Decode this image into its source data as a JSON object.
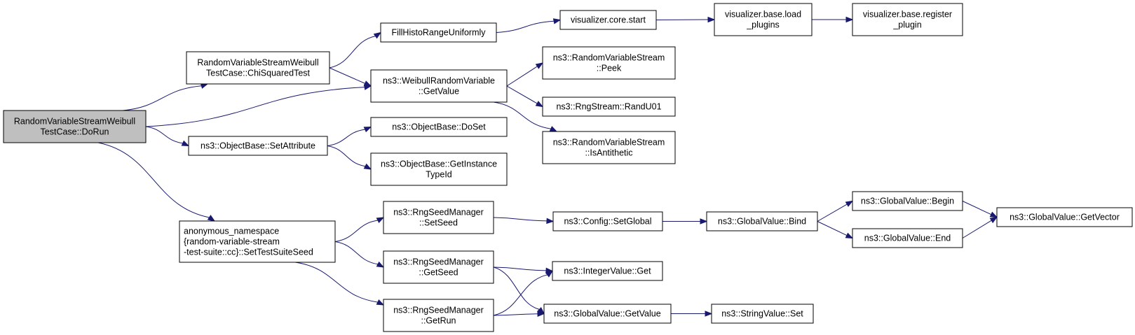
{
  "nodes": [
    {
      "id": "dorun",
      "lines": [
        "RandomVariableStreamWeibull",
        "TestCase::DoRun"
      ],
      "root": true
    },
    {
      "id": "chisq",
      "lines": [
        "RandomVariableStreamWeibull",
        "TestCase::ChiSquaredTest"
      ]
    },
    {
      "id": "fillhisto",
      "lines": [
        "FillHistoRangeUniformly"
      ]
    },
    {
      "id": "vis_start",
      "lines": [
        "visualizer.core.start"
      ]
    },
    {
      "id": "vis_load",
      "lines": [
        "visualizer.base.load",
        "_plugins"
      ]
    },
    {
      "id": "vis_register",
      "lines": [
        "visualizer.base.register",
        "_plugin"
      ]
    },
    {
      "id": "weibull_getvalue",
      "lines": [
        "ns3::WeibullRandomVariable",
        "::GetValue"
      ]
    },
    {
      "id": "peek",
      "lines": [
        "ns3::RandomVariableStream",
        "::Peek"
      ]
    },
    {
      "id": "randu01",
      "lines": [
        "ns3::RngStream::RandU01"
      ]
    },
    {
      "id": "isanti",
      "lines": [
        "ns3::RandomVariableStream",
        "::IsAntithetic"
      ]
    },
    {
      "id": "setattr",
      "lines": [
        "ns3::ObjectBase::SetAttribute"
      ]
    },
    {
      "id": "doset",
      "lines": [
        "ns3::ObjectBase::DoSet"
      ]
    },
    {
      "id": "getinst",
      "lines": [
        "ns3::ObjectBase::GetInstance",
        "TypeId"
      ]
    },
    {
      "id": "settestseed",
      "lines": [
        "anonymous_namespace",
        "{random-variable-stream",
        "-test-suite::cc}::SetTestSuiteSeed"
      ]
    },
    {
      "id": "setseed",
      "lines": [
        "ns3::RngSeedManager",
        "::SetSeed"
      ]
    },
    {
      "id": "getseed",
      "lines": [
        "ns3::RngSeedManager",
        "::GetSeed"
      ]
    },
    {
      "id": "getrun",
      "lines": [
        "ns3::RngSeedManager",
        "::GetRun"
      ]
    },
    {
      "id": "setglobal",
      "lines": [
        "ns3::Config::SetGlobal"
      ]
    },
    {
      "id": "bind",
      "lines": [
        "ns3::GlobalValue::Bind"
      ]
    },
    {
      "id": "begin",
      "lines": [
        "ns3::GlobalValue::Begin"
      ]
    },
    {
      "id": "end",
      "lines": [
        "ns3::GlobalValue::End"
      ]
    },
    {
      "id": "getvector",
      "lines": [
        "ns3::GlobalValue::GetVector"
      ]
    },
    {
      "id": "intget",
      "lines": [
        "ns3::IntegerValue::Get"
      ]
    },
    {
      "id": "gv_getvalue",
      "lines": [
        "ns3::GlobalValue::GetValue"
      ]
    },
    {
      "id": "strset",
      "lines": [
        "ns3::StringValue::Set"
      ]
    }
  ],
  "edges": [
    [
      "dorun",
      "chisq"
    ],
    [
      "dorun",
      "weibull_getvalue"
    ],
    [
      "dorun",
      "setattr"
    ],
    [
      "dorun",
      "settestseed"
    ],
    [
      "chisq",
      "fillhisto"
    ],
    [
      "chisq",
      "weibull_getvalue"
    ],
    [
      "fillhisto",
      "vis_start"
    ],
    [
      "vis_start",
      "vis_load"
    ],
    [
      "vis_load",
      "vis_register"
    ],
    [
      "weibull_getvalue",
      "peek"
    ],
    [
      "weibull_getvalue",
      "randu01"
    ],
    [
      "weibull_getvalue",
      "isanti"
    ],
    [
      "setattr",
      "doset"
    ],
    [
      "setattr",
      "getinst"
    ],
    [
      "settestseed",
      "setseed"
    ],
    [
      "settestseed",
      "getseed"
    ],
    [
      "settestseed",
      "getrun"
    ],
    [
      "setseed",
      "setglobal"
    ],
    [
      "setglobal",
      "bind"
    ],
    [
      "bind",
      "begin"
    ],
    [
      "bind",
      "end"
    ],
    [
      "begin",
      "getvector"
    ],
    [
      "end",
      "getvector"
    ],
    [
      "getseed",
      "intget"
    ],
    [
      "getseed",
      "gv_getvalue"
    ],
    [
      "getrun",
      "intget"
    ],
    [
      "getrun",
      "gv_getvalue"
    ],
    [
      "gv_getvalue",
      "strset"
    ]
  ]
}
